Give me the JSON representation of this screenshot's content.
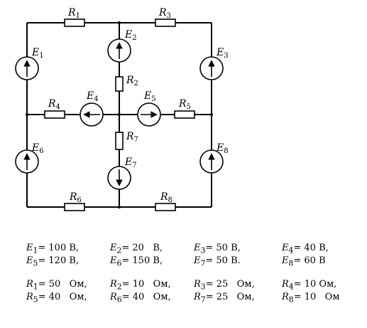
{
  "diagram": {
    "labels": {
      "R1": {
        "main": "R",
        "sub": "1"
      },
      "R3": {
        "main": "R",
        "sub": "3"
      },
      "E2": {
        "main": "E",
        "sub": "2"
      },
      "E1": {
        "main": "E",
        "sub": "1"
      },
      "E3": {
        "main": "E",
        "sub": "3"
      },
      "R2": {
        "main": "R",
        "sub": "2"
      },
      "E4": {
        "main": "E",
        "sub": "4"
      },
      "E5": {
        "main": "E",
        "sub": "5"
      },
      "R4": {
        "main": "R",
        "sub": "4"
      },
      "R5": {
        "main": "R",
        "sub": "5"
      },
      "R7": {
        "main": "R",
        "sub": "7"
      },
      "E6": {
        "main": "E",
        "sub": "6"
      },
      "E8": {
        "main": "E",
        "sub": "8"
      },
      "E7": {
        "main": "E",
        "sub": "7"
      },
      "R6": {
        "main": "R",
        "sub": "6"
      },
      "R8": {
        "main": "R",
        "sub": "8"
      }
    }
  },
  "params": {
    "row1": [
      {
        "sym": "E",
        "sub": "1",
        "val": "= 100",
        "unit": "B,"
      },
      {
        "sym": "E",
        "sub": "2",
        "val": "= 20",
        "unit": "B,"
      },
      {
        "sym": "E",
        "sub": "3",
        "val": "= 50",
        "unit": "B,"
      },
      {
        "sym": "E",
        "sub": "4",
        "val": "= 40",
        "unit": "B,"
      }
    ],
    "row2": [
      {
        "sym": "E",
        "sub": "5",
        "val": "= 120",
        "unit": "B,"
      },
      {
        "sym": "E",
        "sub": "6",
        "val": "= 150",
        "unit": "B,"
      },
      {
        "sym": "E",
        "sub": "7",
        "val": "= 50",
        "unit": "B."
      },
      {
        "sym": "E",
        "sub": "8",
        "val": "= 60",
        "unit": "B"
      }
    ],
    "row3": [
      {
        "sym": "R",
        "sub": "1",
        "val": "= 50",
        "unit": "Ом,"
      },
      {
        "sym": "R",
        "sub": "2",
        "val": "= 10",
        "unit": "Ом,"
      },
      {
        "sym": "R",
        "sub": "3",
        "val": "= 25",
        "unit": "Ом,"
      },
      {
        "sym": "R",
        "sub": "4",
        "val": "= 10",
        "unit": "Ом,"
      }
    ],
    "row4": [
      {
        "sym": "R",
        "sub": "5",
        "val": "= 40",
        "unit": "Ом,"
      },
      {
        "sym": "R",
        "sub": "6",
        "val": "= 40",
        "unit": "Ом,"
      },
      {
        "sym": "R",
        "sub": "7",
        "val": "= 25",
        "unit": "Ом,"
      },
      {
        "sym": "R",
        "sub": "8",
        "val": "= 10",
        "unit": "Ом"
      }
    ]
  }
}
